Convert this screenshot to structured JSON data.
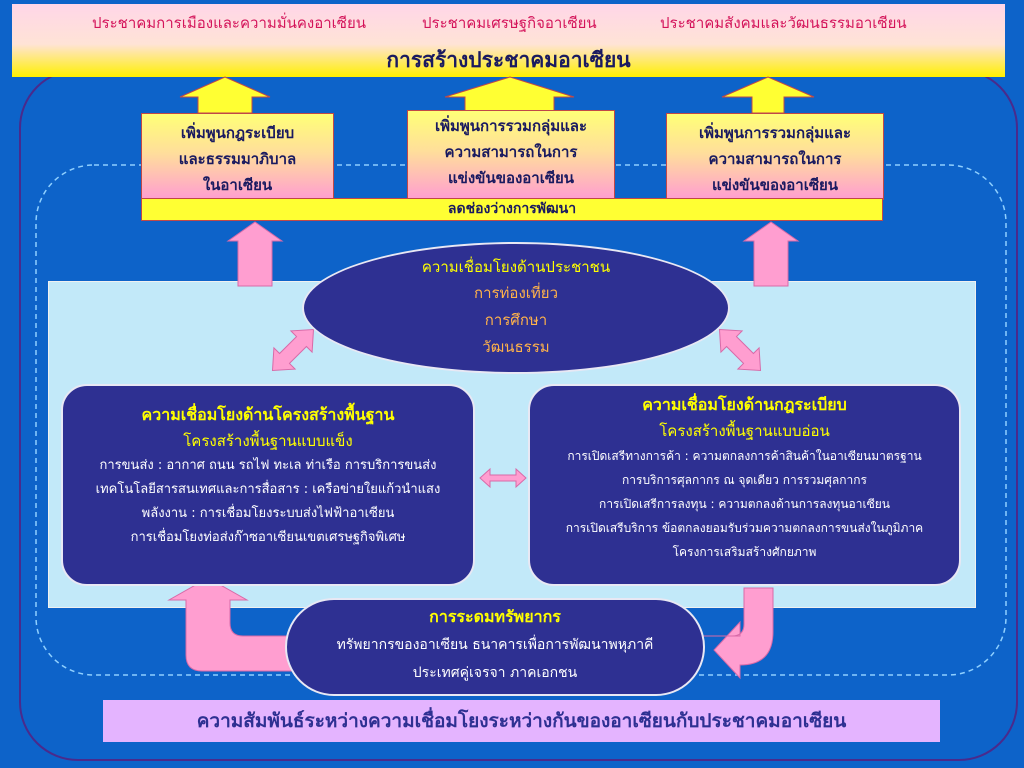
{
  "top": {
    "pillars": [
      "ประชาคมการเมืองและความมั่นคงอาเซียน",
      "ประชาคมเศรษฐกิจอาเซียน",
      "ประชาคมสังคมและวัฒนธรรมอาเซียน"
    ],
    "main_goal": "การสร้างประชาคมอาเซียน"
  },
  "goals": [
    [
      "เพิ่มพูนกฎระเบียบ",
      "และธรรมมาภิบาล",
      "ในอาเซียน"
    ],
    [
      "เพิ่มพูนการรวมกลุ่มและ",
      "ความสามารถในการ",
      "แข่งขันของอาเซียน"
    ],
    [
      "เพิ่มพูนการรวมกลุ่มและ",
      "ความสามารถในการ",
      "แข่งขันของอาเซียน"
    ]
  ],
  "gap_bar": "ลดช่องว่างการพัฒนา",
  "people": {
    "title": "ความเชื่อมโยงด้านประชาชน",
    "items": [
      "การท่องเที่ยว",
      "การศึกษา",
      "วัฒนธรรม"
    ]
  },
  "physical": {
    "title": "ความเชื่อมโยงด้านโครงสร้างพื้นฐาน",
    "subtitle": "โครงสร้างพื้นฐานแบบแข็ง",
    "lines": [
      "การขนส่ง : อากาศ ถนน รถไฟ ทะเล ท่าเรือ การบริการขนส่ง",
      "เทคโนโลยีสารสนเทศและการสื่อสาร : เครือข่ายใยแก้วนำแสง",
      "พลังงาน : การเชื่อมโยงระบบส่งไฟฟ้าอาเซียน",
      "การเชื่อมโยงท่อส่งก๊าซอาเซียนเขตเศรษฐกิจพิเศษ"
    ]
  },
  "institutional": {
    "title": "ความเชื่อมโยงด้านกฎระเบียบ",
    "subtitle": "โครงสร้างพื้นฐานแบบอ่อน",
    "lines": [
      "การเปิดเสรีทางการค้า : ความตกลงการค้าสินค้าในอาเซียนมาตรฐาน",
      "การบริการศุลกากร ณ จุดเดียว การรวมศุลกากร",
      "การเปิดเสรีการลงทุน : ความตกลงด้านการลงทุนอาเซียน",
      "การเปิดเสรีบริการ ข้อตกลงยอมรับร่วมความตกลงการขนส่งในภูมิภาค",
      "โครงการเสริมสร้างศักยภาพ"
    ]
  },
  "resources": {
    "title": "การระดมทรัพยากร",
    "lines": [
      "ทรัพยากรของอาเซียน ธนาคารเพื่อการพัฒนาพหุภาคี",
      "ประเทศคู่เจรจา ภาคเอกชน"
    ]
  },
  "footer": "ความสัมพันธ์ระหว่างความเชื่อมโยงระหว่างกันของอาเซียนกับประชาคมอาเซียน",
  "colors": {
    "background": "#0d63c9",
    "navy_box": "#2e3092",
    "panel": "#c2e9f9",
    "arrow_pink": "#ff9ed0",
    "arrow_yellow": "#ffff33",
    "heading_yellow": "#ffff00",
    "list_orange": "#ffb24a"
  }
}
